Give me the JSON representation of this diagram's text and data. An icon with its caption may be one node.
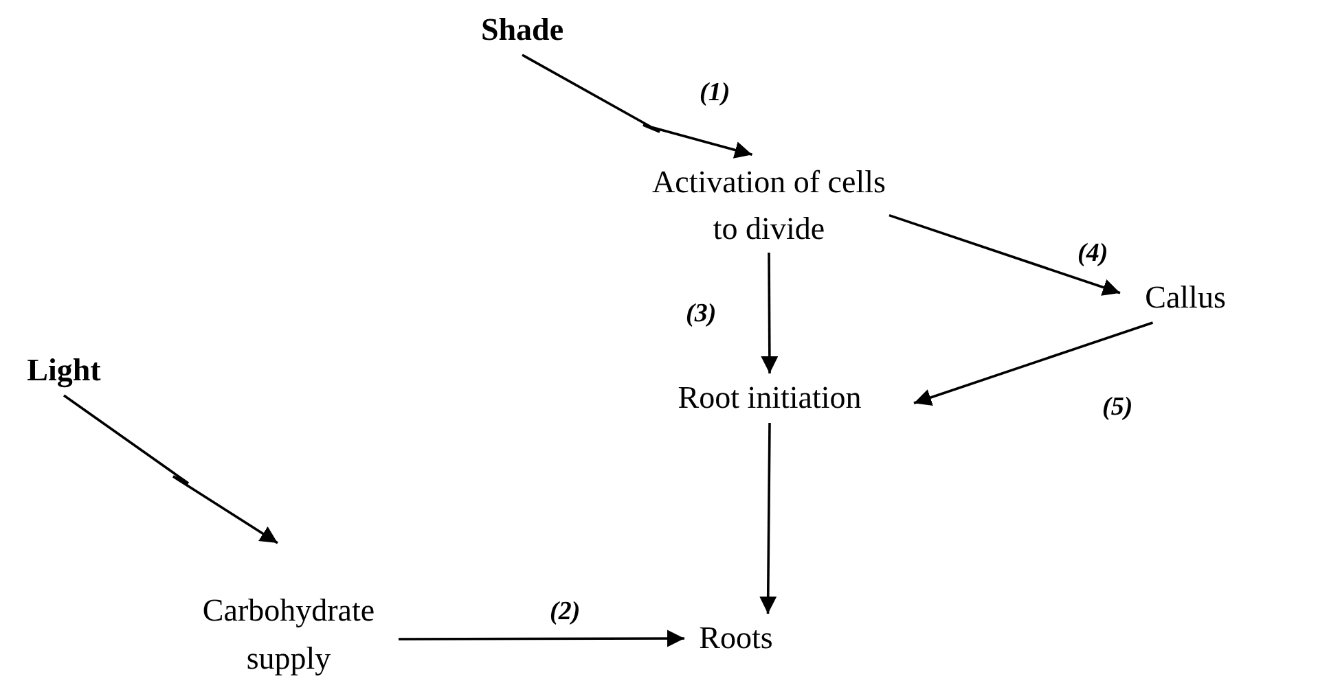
{
  "diagram": {
    "nodes": [
      {
        "text": [
          "Shade"
        ]
      },
      {
        "text": [
          "Activation of cells to divide"
        ]
      },
      {
        "text": [
          "Callus"
        ]
      },
      {
        "text": [
          "Light"
        ]
      },
      {
        "text": [
          "Root initiation"
        ]
      },
      {
        "text": [
          "Carbohydrate supply"
        ]
      },
      {
        "text": [
          "Roots"
        ]
      }
    ],
    "edges": [
      {
        "from": 0,
        "to": 1,
        "arrow": "to",
        "label": "(1)"
      },
      {
        "from": 1,
        "to": 2,
        "arrow": "to",
        "label": "(4)"
      },
      {
        "from": 1,
        "to": 4,
        "arrow": "to",
        "label": "(3)"
      },
      {
        "from": 2,
        "to": 4,
        "arrow": "to",
        "label": "(5)"
      },
      {
        "from": 3,
        "to": 5,
        "arrow": "to"
      },
      {
        "from": 4,
        "to": 6,
        "arrow": "to"
      },
      {
        "from": 5,
        "to": 6,
        "arrow": "to",
        "label": "(2)"
      }
    ]
  }
}
